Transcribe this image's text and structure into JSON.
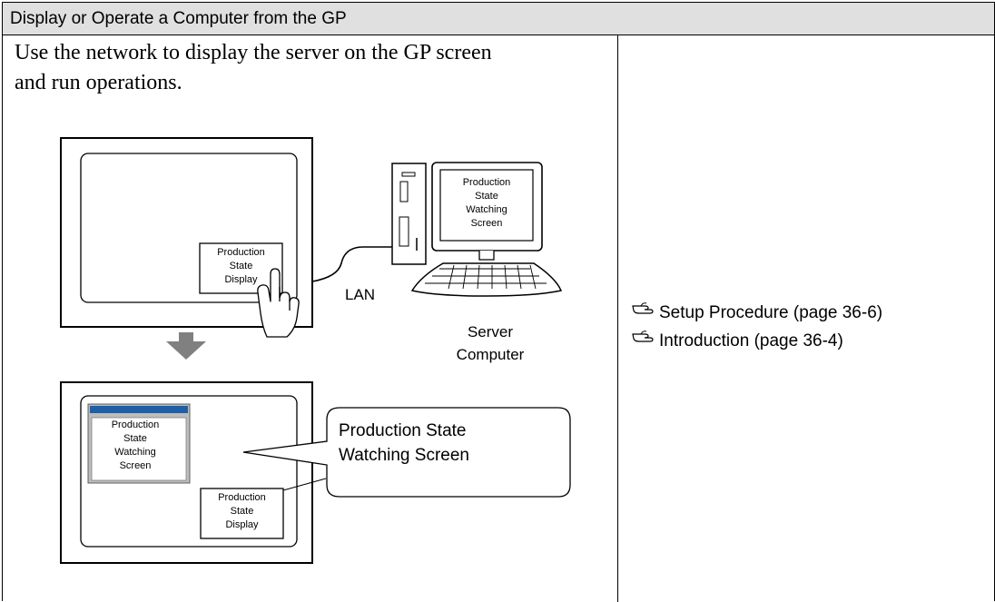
{
  "header": {
    "title": "Display or Operate a Computer from the GP"
  },
  "description": {
    "line1": "Use the network to display the server on the GP screen",
    "line2": "and run operations."
  },
  "diagram": {
    "gp_top_display_lines": [
      "Production",
      "State",
      "Display"
    ],
    "server_screen_lines": [
      "Production",
      "State",
      "Watching",
      "Screen"
    ],
    "lan_label": "LAN",
    "server_label_lines": [
      "Server",
      "Computer"
    ],
    "window_lines": [
      "Production",
      "State",
      "Watching",
      "Screen"
    ],
    "gp_bottom_display_lines": [
      "Production",
      "State",
      "Display"
    ],
    "callout_lines": [
      "Production State",
      "Watching Screen"
    ],
    "accent_color": "#1f5fa8",
    "arrow_color": "#808080"
  },
  "references": [
    {
      "icon": "pointing-hand-icon",
      "text": "Setup Procedure (page 36-6)"
    },
    {
      "icon": "pointing-hand-icon",
      "text": "Introduction (page 36-4)"
    }
  ]
}
